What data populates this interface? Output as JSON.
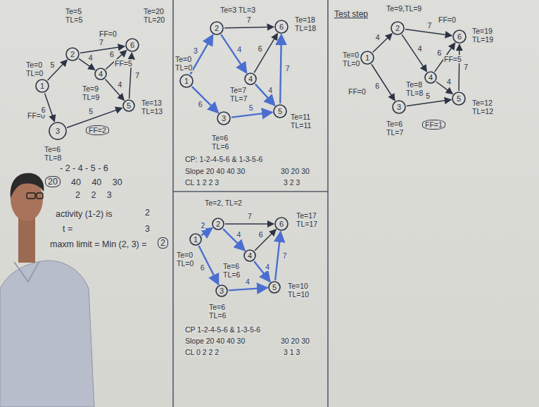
{
  "diagram": {
    "nodes": [
      {
        "text": [
          "1"
        ]
      },
      {
        "text": [
          "2"
        ]
      },
      {
        "text": [
          "3"
        ]
      },
      {
        "text": [
          "4"
        ]
      },
      {
        "text": [
          "5"
        ]
      },
      {
        "text": [
          "6"
        ]
      },
      {
        "text": [
          "1"
        ]
      },
      {
        "text": [
          "2"
        ]
      },
      {
        "text": [
          "3"
        ]
      },
      {
        "text": [
          "4"
        ]
      },
      {
        "text": [
          "5"
        ]
      },
      {
        "text": [
          "6"
        ]
      },
      {
        "text": [
          "1"
        ]
      },
      {
        "text": [
          "2"
        ]
      },
      {
        "text": [
          "3"
        ]
      },
      {
        "text": [
          "4"
        ]
      },
      {
        "text": [
          "5"
        ]
      },
      {
        "text": [
          "6"
        ]
      },
      {
        "text": [
          "1"
        ]
      },
      {
        "text": [
          "2"
        ]
      },
      {
        "text": [
          "3"
        ]
      },
      {
        "text": [
          "4"
        ]
      },
      {
        "text": [
          "5"
        ]
      },
      {
        "text": [
          "6"
        ]
      }
    ],
    "edges": [
      {
        "from": 0,
        "to": 1,
        "arrow": "to",
        "label": "5"
      },
      {
        "from": 0,
        "to": 2,
        "arrow": "to",
        "label": "6"
      },
      {
        "from": 1,
        "to": 3,
        "arrow": "to",
        "label": "4"
      },
      {
        "from": 1,
        "to": 5,
        "arrow": "to",
        "label": "7"
      },
      {
        "from": 2,
        "to": 4,
        "arrow": "to",
        "label": "5"
      },
      {
        "from": 3,
        "to": 4,
        "arrow": "to",
        "label": "4"
      },
      {
        "from": 3,
        "to": 5,
        "arrow": "to",
        "label": "6"
      },
      {
        "from": 4,
        "to": 5,
        "arrow": "to",
        "label": "7"
      },
      {
        "from": 6,
        "to": 7,
        "arrow": "to",
        "label": "3"
      },
      {
        "from": 6,
        "to": 8,
        "arrow": "to",
        "label": "6"
      },
      {
        "from": 7,
        "to": 9,
        "arrow": "to",
        "label": "4"
      },
      {
        "from": 7,
        "to": 11,
        "arrow": "to",
        "label": "7"
      },
      {
        "from": 8,
        "to": 10,
        "arrow": "to",
        "label": "5"
      },
      {
        "from": 9,
        "to": 10,
        "arrow": "to",
        "label": "4"
      },
      {
        "from": 9,
        "to": 11,
        "arrow": "to",
        "label": "6"
      },
      {
        "from": 10,
        "to": 11,
        "arrow": "to",
        "label": "7"
      },
      {
        "from": 12,
        "to": 13,
        "arrow": "to",
        "label": "2"
      },
      {
        "from": 12,
        "to": 14,
        "arrow": "to",
        "label": "6"
      },
      {
        "from": 13,
        "to": 15,
        "arrow": "to",
        "label": "4"
      },
      {
        "from": 13,
        "to": 17,
        "arrow": "to",
        "label": "7"
      },
      {
        "from": 14,
        "to": 16,
        "arrow": "to",
        "label": "4"
      },
      {
        "from": 15,
        "to": 16,
        "arrow": "to",
        "label": "4"
      },
      {
        "from": 15,
        "to": 17,
        "arrow": "to",
        "label": "6"
      },
      {
        "from": 16,
        "to": 17,
        "arrow": "to",
        "label": "7"
      },
      {
        "from": 18,
        "to": 19,
        "arrow": "to",
        "label": "4"
      },
      {
        "from": 18,
        "to": 20,
        "arrow": "to",
        "label": "6"
      },
      {
        "from": 19,
        "to": 21,
        "arrow": "to",
        "label": "4"
      },
      {
        "from": 19,
        "to": 23,
        "arrow": "to",
        "label": "7"
      },
      {
        "from": 20,
        "to": 22,
        "arrow": "to",
        "label": "5"
      },
      {
        "from": 21,
        "to": 22,
        "arrow": "to",
        "label": "4"
      },
      {
        "from": 21,
        "to": 23,
        "arrow": "to",
        "label": "6"
      },
      {
        "from": 22,
        "to": 23,
        "arrow": "to",
        "label": "7"
      }
    ],
    "labels": [
      "Te=0",
      "TL=0",
      "Te=5",
      "TL=5",
      "FF=0",
      "Te=20",
      "TL=20",
      "FF=5",
      "Te=9",
      "TL=9",
      "Te=13",
      "TL=13",
      "FF=0",
      "Te=6",
      "TL=8",
      "FF=2",
      "- 2 - 4 - 5 - 6",
      "20",
      "40 40 30",
      "2 2 3",
      "activity (1-2) is",
      "2",
      "t =",
      "3",
      "maxm limit = Min (2, 3) =",
      "2",
      "Te=3 TL=3",
      "Te=0",
      "TL=0",
      "Te=18",
      "TL=18",
      "Te=7",
      "TL=7",
      "Te=11",
      "TL=11",
      "Te=6",
      "TL=6",
      "CP: 1-2-4-5-6 & 1-3-5-6",
      "Slope 20 40 40 30",
      "30 20 30",
      "CL 1 2 2 3",
      "3 2 3",
      "Te=2, TL=2",
      "Te=17",
      "TL=17",
      "Te=0",
      "TL=0",
      "Te=6",
      "TL=6",
      "Te=10",
      "TL=10",
      "Te=6",
      "TL=6",
      "CP 1-2-4-5-6 & 1-3-5-6",
      "Slope 20 40 40 30",
      "30 20 30",
      "CL 0 2 2 2",
      "3 1 3",
      "Test step",
      "Te=9,TL=9",
      "FF=0",
      "Te=19",
      "TL=19",
      "Te=0",
      "TL=0",
      "Te=8",
      "TL=8",
      "FF=5",
      "FF=0",
      "Te=12",
      "TL=12",
      "Te=6",
      "TL=7",
      "FF=1"
    ]
  }
}
